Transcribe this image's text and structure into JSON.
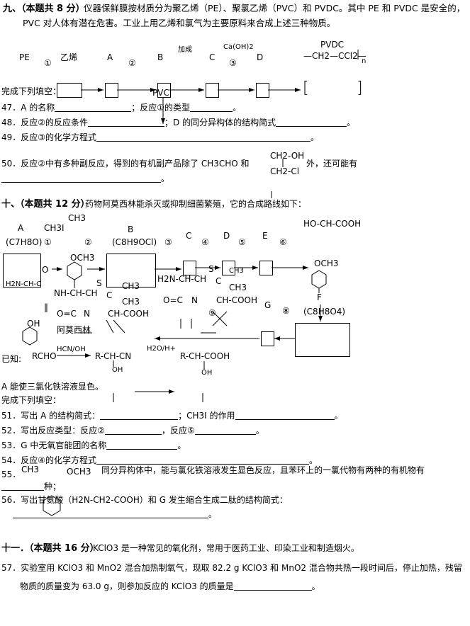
{
  "q9": {
    "heading": "九、（本题共 8 分）",
    "intro1": "仪器保鲜膜按材质分为聚乙烯（PE）、聚氯乙烯（PVC）和 PVDC。其中 PE 和 PVDC 是安全的，",
    "intro2": "PVC 对人体有潜在危害。工业上用乙烯和氯气为主要原料来合成上述三种物质。",
    "scheme": {
      "pe": "PE",
      "ethene": "乙烯",
      "a": "A",
      "b": "B",
      "c": "C",
      "d": "D",
      "pvc": "PVC",
      "n1": "①",
      "n2": "②",
      "n3": "③",
      "addition": "加成",
      "caoh2": "Ca(OH)2",
      "pvdc": "PVDC",
      "polymer": "—CH2—CCl2—",
      "n": "n"
    },
    "fill_in": "完成下列填空：",
    "q47": "47．A 的名称",
    "q47b": "；反应①的类型",
    "q47c": "。",
    "q48": "48．反应②的反应条件",
    "q48b": "；D 的同分异构体的结构简式",
    "q48c": "。",
    "q49": "49．反应③的化学方程式",
    "q49b": "。",
    "q50": "50．反应②中有多种副反应，得到的有机副产品除了 CH3CHO 和",
    "q50_ch2oh": "CH2-OH",
    "q50_ch2cl": "CH2-Cl",
    "q50b": "外，还可能有",
    "q50c": "。"
  },
  "q10": {
    "heading": "十、（本题共 12 分）",
    "intro": "药物阿莫西林能杀灭或抑制细菌繁殖，它的合成路线如下：",
    "scheme": {
      "a": "A",
      "a_formula": "(C7H8O)",
      "ch3i": "CH3I",
      "ch3_top": "CH3",
      "b": "B",
      "b_formula": "(C8H9OCl)",
      "n1": "①",
      "n2": "②",
      "n3": "③",
      "n4": "④",
      "n5": "⑤",
      "n6": "⑥",
      "n8": "⑧",
      "n9": "⑨",
      "c": "C",
      "d": "D",
      "e": "E",
      "f": "F",
      "g": "G",
      "och3": "OCH3",
      "och3_b": "OCH3",
      "ho_ch_cooh": "HO-CH-COOH",
      "o": "O",
      "h2n_ch_c": "H2N-CH-C",
      "nh_ch_ch": "NH-CH-CH",
      "s": "S",
      "s2": "S",
      "c2": "C",
      "c3": "C",
      "ch3_a": "CH3",
      "ch3_b": "CH3",
      "ch3_c": "CH3",
      "ch3_d": "CH3",
      "h2n_ch_ch": "H2N-CH-CH",
      "oc": "O=C",
      "oc2": "O=C",
      "n_a": "N",
      "n_b": "N",
      "ch_cooh": "CH-COOH",
      "ch_cooh2": "CH-COOH",
      "c8h8o4": "(C8H8O4)",
      "amoxicillin": "阿莫西林",
      "oh": "OH",
      "ii": "‖",
      "known": "已知:",
      "rcho": "RCHO",
      "hcn": "HCN/OH",
      "r_ch_cn": "R-CH-CN",
      "h2o_h": "H2O/H+",
      "r_ch_cooh": "R-CH-COOH",
      "oh1": "OH",
      "oh2": "OH"
    },
    "fecl3": "A 能使三氯化铁溶液显色。",
    "fill_in": "完成下列填空：",
    "q51": "51．写出 A 的结构简式：",
    "q51b": "；CH3I 的作用",
    "q51c": "。",
    "q52": "52．写出反应类型：反应②",
    "q52b": "，反应⑤",
    "q52c": "。",
    "q53": "53．G 中无氧官能团的名称",
    "q53b": "。",
    "q54": "54．反应④的化学方程式",
    "q54b": "。",
    "q55_ch3": "CH3",
    "q55_och3": "OCH3",
    "q55": "55．",
    "q55b": "同分异构体中，能与氯化铁溶液发生显色反应，且苯环上的一氯代物有两种的有机物有",
    "q55c": "种；",
    "q56": "56．写出甘氨酸（H2N-CH2-COOH）和 G 发生缩合生成二肽的结构简式：",
    "q56b": "。"
  },
  "q11": {
    "heading": "十一．（本题共 16 分）",
    "intro": "KClO3 是一种常见的氧化剂，常用于医药工业、印染工业和制造烟火。",
    "q57": "57．实验室用 KClO3 和 MnO2 混合加热制氧气，现取 82.2 g KClO3 和 MnO2 混合物共热一段时间后，停止加热，残留",
    "q57b": "物质的质量变为 63.0 g，则参加反应的 KClO3 的质量是",
    "q57c": "。"
  }
}
